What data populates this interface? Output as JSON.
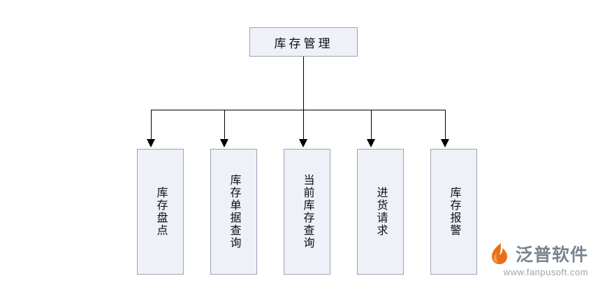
{
  "diagram": {
    "type": "org-tree",
    "root": {
      "label": "库存管理"
    },
    "children": [
      {
        "label": "库存盘点"
      },
      {
        "label": "库存单据查询"
      },
      {
        "label": "当前库存查询"
      },
      {
        "label": "进货请求"
      },
      {
        "label": "库存报警"
      }
    ],
    "node_fill": "#eef1f8",
    "node_border": "#9aa3b5",
    "connector_color": "#000000"
  },
  "watermark": {
    "brand": "泛普软件",
    "url": "www.fanpusoft.com",
    "logo_color": "#e8701a"
  }
}
